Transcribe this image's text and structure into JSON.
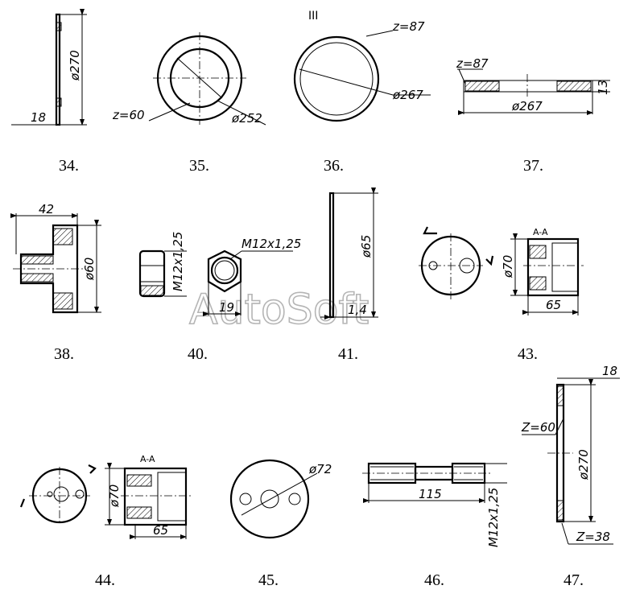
{
  "section_mark": "III",
  "watermark": "AutoSoft",
  "parts": [
    {
      "caption": "34.",
      "dims": [
        "ø270",
        "18"
      ]
    },
    {
      "caption": "35.",
      "dims": [
        "z=60",
        "ø252"
      ]
    },
    {
      "caption": "36.",
      "dims": [
        "z=87",
        "ø267"
      ]
    },
    {
      "caption": "37.",
      "dims": [
        "z=87",
        "ø267",
        "13"
      ]
    },
    {
      "caption": "38.",
      "dims": [
        "42",
        "ø60"
      ]
    },
    {
      "caption": "40.",
      "dims": [
        "M12x1,25",
        "M12x1,25",
        "19"
      ]
    },
    {
      "caption": "41.",
      "dims": [
        "ø65",
        "1,4"
      ]
    },
    {
      "caption": "43.",
      "dims": [
        "A-A",
        "ø70",
        "65"
      ]
    },
    {
      "caption": "44.",
      "dims": [
        "A-A",
        "ø70",
        "65"
      ]
    },
    {
      "caption": "45.",
      "dims": [
        "ø72"
      ]
    },
    {
      "caption": "46.",
      "dims": [
        "115",
        "M12x1,25"
      ]
    },
    {
      "caption": "47.",
      "dims": [
        "18",
        "Z=60",
        "ø270",
        "Z=38"
      ]
    }
  ]
}
